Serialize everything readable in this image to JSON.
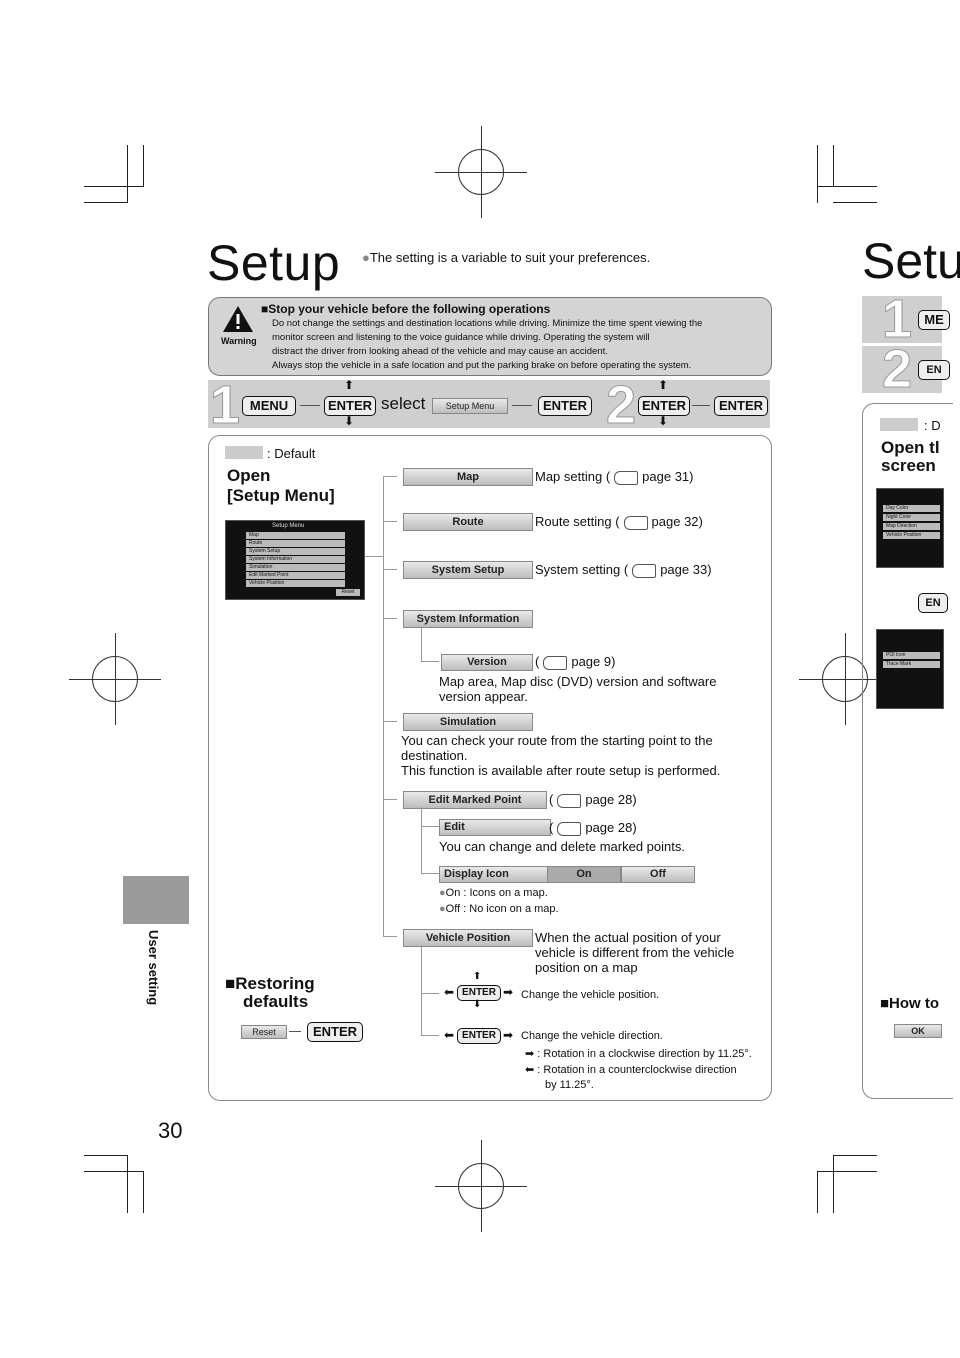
{
  "page": {
    "title": "Setup",
    "intro": "The setting is a variable to suit your preferences.",
    "page_number": "30",
    "side_tab_label": "User setting"
  },
  "warning": {
    "icon_label": "Warning",
    "heading": "■Stop your vehicle before the following operations",
    "lines": [
      "Do not change the settings and destination locations while driving. Minimize the time spent viewing the",
      "monitor screen and listening to the voice guidance while driving.  Operating the system will",
      "distract the driver from looking ahead of the vehicle and may cause an accident.",
      "Always stop the vehicle in a safe location and put the parking brake on before operating the system."
    ]
  },
  "steps": {
    "step1_num": "1",
    "step1_menu_key": "MENU",
    "step1_enter_key": "ENTER",
    "step1_select": "select",
    "step1_setup_menu_btn": "Setup  Menu",
    "step1_enter_key2": "ENTER",
    "step2_num": "2",
    "step2_enter_key": "ENTER",
    "step2_enter_key2": "ENTER"
  },
  "main": {
    "default_legend": ": Default",
    "open_heading_1": "Open",
    "open_heading_2": "[Setup Menu]",
    "screen": {
      "title": "Setup  Menu",
      "rows": [
        "Map",
        "Route",
        "System  Setup",
        "System  Information",
        "Simulation",
        "Edit  Marked  Point",
        "Vehicle  Position"
      ],
      "reset": "Reset"
    },
    "items": {
      "map_btn": "Map",
      "map_desc": "Map setting (",
      "map_page": "page 31)",
      "route_btn": "Route",
      "route_desc": "Route setting (",
      "route_page": "page 32)",
      "system_setup_btn": "System  Setup",
      "system_setup_desc": "System setting (",
      "system_setup_page": "page 33)",
      "system_info_btn": "System  Information",
      "version_btn": "Version",
      "version_paren": "(",
      "version_page": "page 9)",
      "version_desc_1": "Map area, Map disc (DVD) version and software",
      "version_desc_2": "version appear.",
      "simulation_btn": "Simulation",
      "simulation_desc_1": "You can check your route from the starting point to the",
      "simulation_desc_2": "destination.",
      "simulation_desc_3": "This function is available after route setup is performed.",
      "edit_marked_btn": "Edit  Marked  Point",
      "edit_marked_paren": "(",
      "edit_marked_page": "page 28)",
      "edit_btn": "Edit",
      "edit_paren": "(",
      "edit_page": "page 28)",
      "edit_desc": "You can change and delete marked points.",
      "display_icon_btn": "Display  Icon",
      "on_btn": "On",
      "off_btn": "Off",
      "on_desc": "On : Icons on a map.",
      "off_desc": "Off : No icon on a map.",
      "vehicle_btn": "Vehicle  Position",
      "vehicle_desc_1": "When the actual position of your",
      "vehicle_desc_2": "vehicle is different from the vehicle",
      "vehicle_desc_3": "position on a map",
      "enter_key_a": "ENTER",
      "change_position": "Change the vehicle position.",
      "enter_key_b": "ENTER",
      "change_direction": "Change the vehicle direction.",
      "rot_cw": ": Rotation in a clockwise direction by 11.25°.",
      "rot_ccw_1": ": Rotation in a counterclockwise direction",
      "rot_ccw_2": "by 11.25°."
    },
    "restore": {
      "heading_1": "■Restoring",
      "heading_2": "defaults",
      "reset_btn": "Reset",
      "enter_key": "ENTER"
    }
  },
  "right_page": {
    "title": "Setu",
    "step1_num": "1",
    "step1_key": "ME",
    "step2_num": "2",
    "step2_key": "EN",
    "legend": ": D",
    "open_1": "Open tl",
    "open_2": "screen",
    "rows_a": [
      "Day  Color",
      "Night  Color",
      "Map  Direction",
      "Vehicle  Position"
    ],
    "enter_partial": "EN",
    "rows_b": [
      "POI  Icon",
      "Trace  Mark"
    ],
    "how_to": "■How to",
    "ok_btn": "OK"
  }
}
